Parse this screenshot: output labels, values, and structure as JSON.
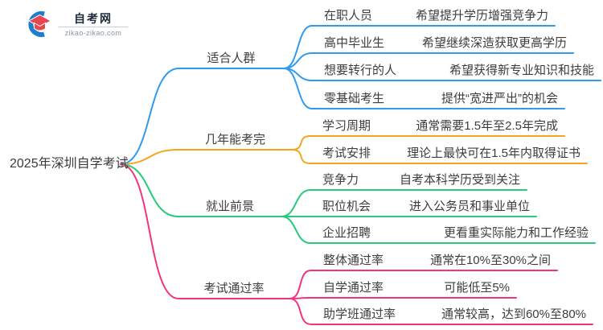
{
  "logo": {
    "title": "自考网",
    "domain": "zikao-zikao.com"
  },
  "root": {
    "label": "2025年深圳自学考试"
  },
  "colors": {
    "blue": "#2E9BF3",
    "orange": "#F7A41D",
    "green": "#27CB7A",
    "pink": "#F1347D"
  },
  "branches": [
    {
      "id": "suitable-people",
      "label": "适合人群",
      "color": "#2E9BF3",
      "children": [
        {
          "label": "在职人员",
          "value": "希望提升学历增强竞争力"
        },
        {
          "label": "高中毕业生",
          "value": "希望继续深造获取更高学历"
        },
        {
          "label": "想要转行的人",
          "value": "希望获得新专业知识和技能"
        },
        {
          "label": "零基础考生",
          "value": "提供“宽进严出”的机会"
        }
      ]
    },
    {
      "id": "years-to-finish",
      "label": "几年能考完",
      "color": "#F7A41D",
      "children": [
        {
          "label": "学习周期",
          "value": "通常需要1.5年至2.5年完成"
        },
        {
          "label": "考试安排",
          "value": "理论上最快可在1.5年内取得证书"
        }
      ]
    },
    {
      "id": "career-prospects",
      "label": "就业前景",
      "color": "#27CB7A",
      "children": [
        {
          "label": "竞争力",
          "value": "自考本科学历受到关注"
        },
        {
          "label": "职位机会",
          "value": "进入公务员和事业单位"
        },
        {
          "label": "企业招聘",
          "value": "更看重实际能力和工作经验"
        }
      ]
    },
    {
      "id": "pass-rate",
      "label": "考试通过率",
      "color": "#F1347D",
      "children": [
        {
          "label": "整体通过率",
          "value": "通常在10%至30%之间"
        },
        {
          "label": "自学通过率",
          "value": "可能低至5%"
        },
        {
          "label": "助学班通过率",
          "value": "通常较高，达到60%至80%"
        }
      ]
    }
  ]
}
